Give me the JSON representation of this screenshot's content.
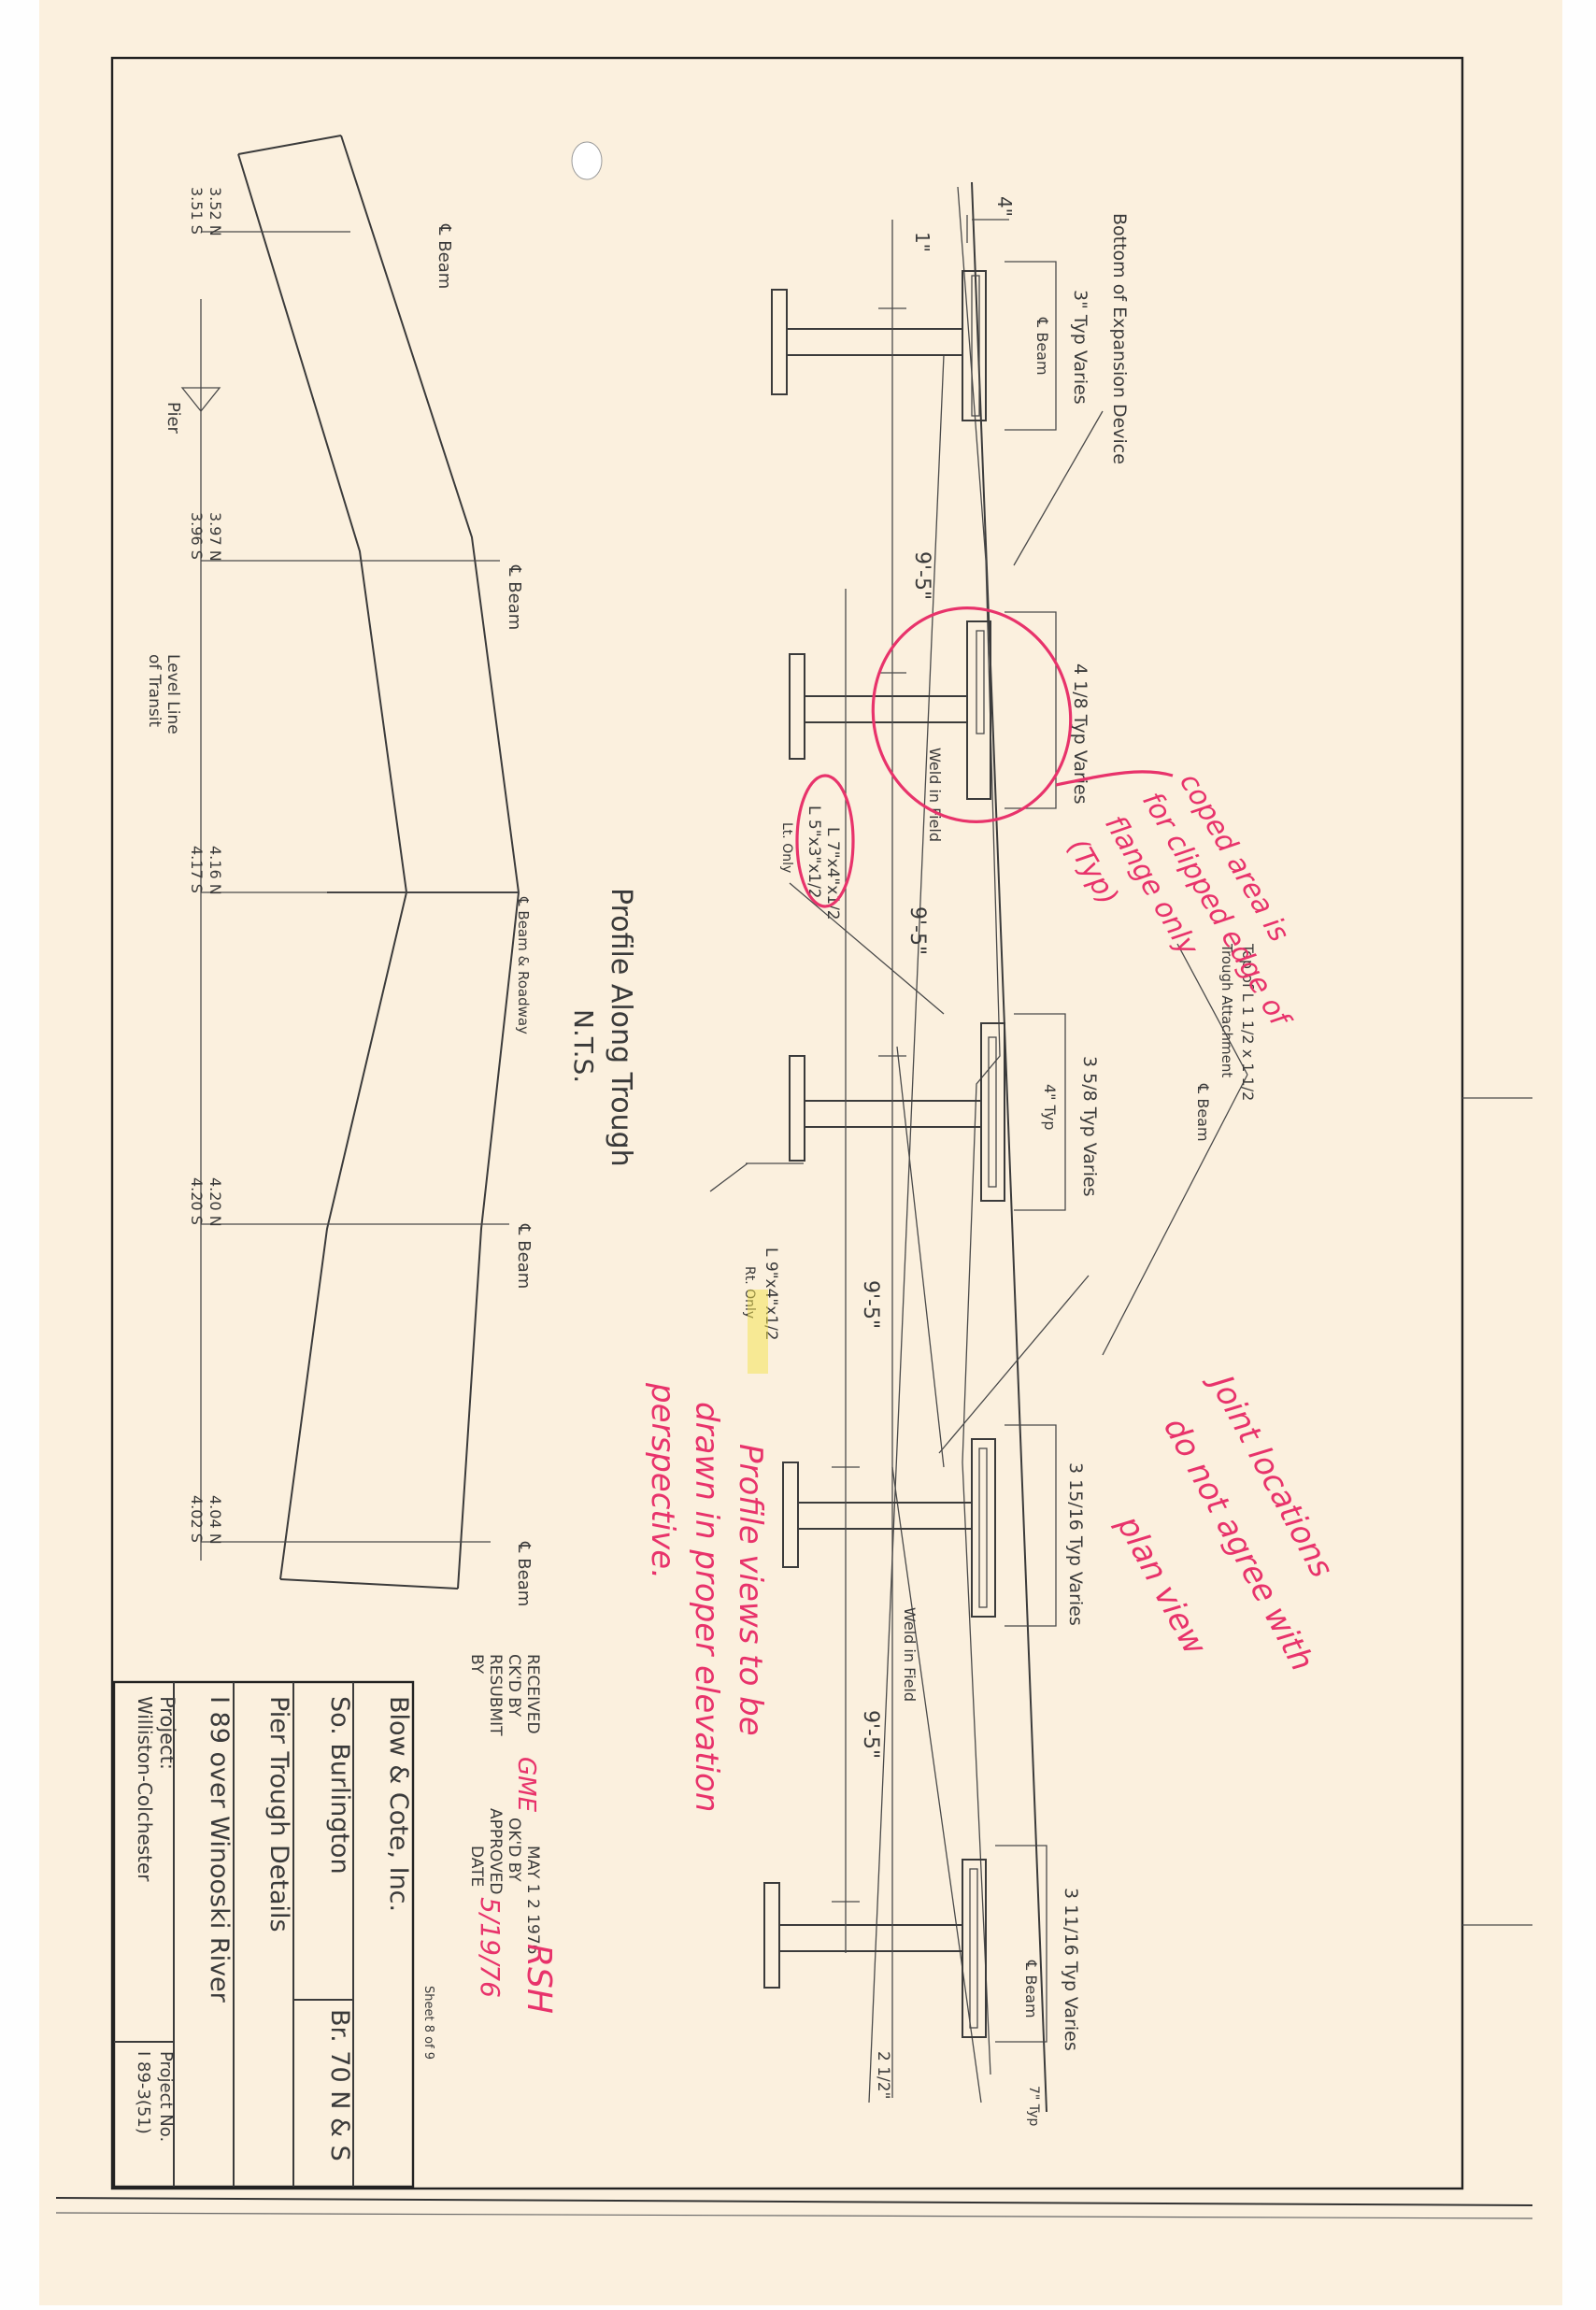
{
  "title_block": {
    "company": "Blow & Cote, Inc.",
    "location": "So. Burlington",
    "bridge_no": "Br. 70 N & S",
    "drawing_title": "Pier Trough Details",
    "route": "I 89 over Winooski River",
    "project_label": "Project:",
    "project_name": "Williston-Colchester",
    "project_no_label": "Project No.",
    "project_no": "I 89-3(51)",
    "sheet": "Sheet 8 of 9"
  },
  "stamp": {
    "received": "RECEIVED",
    "received_date": "MAY 1 2 1976",
    "ckd_by": "CK'D BY",
    "okd_by": "OK'D BY",
    "resubmit": "RESUBMIT",
    "approved": "APPROVED",
    "by": "BY",
    "date": "DATE",
    "initials_ckd": "GME",
    "initials_okd": "RSH",
    "date_value": "5/19/76"
  },
  "profile": {
    "title": "Profile Along Trough",
    "subtitle": "N.T.S.",
    "beam_label": "℄ Beam",
    "beam_roadway": "℄ Beam & Roadway",
    "pier": "Pier",
    "level_line": "Level Line",
    "of_transit": "of Transit",
    "elevations": [
      {
        "n": "3.52 N",
        "s": "3.51 S"
      },
      {
        "n": "3.97 N",
        "s": "3.96 S"
      },
      {
        "n": "4.16 N",
        "s": "4.17 S"
      },
      {
        "n": "4.20 N",
        "s": "4.20 S"
      },
      {
        "n": "4.04 N",
        "s": "4.02 S"
      }
    ]
  },
  "detail": {
    "bottom_expansion": "Bottom of Expansion Device",
    "dims": [
      "3\" Typ Varies",
      "4 1/8 Typ Varies",
      "3 5/8 Typ Varies",
      "3 15/16 Typ Varies",
      "3 11/16 Typ Varies"
    ],
    "beam": "℄ Beam",
    "four_inch": "4\"",
    "one_inch": "1\"",
    "four_typ": "4\" Typ",
    "spans": [
      "9'-5\"",
      "9'-5\"",
      "9'-5\"",
      "9'-5\""
    ],
    "weld_in_field": "Weld in Field",
    "top_of_angle": "Top of L 1 1/2 x 1 1/2",
    "trough_attachment": "Trough Attachment",
    "angle_lt_1": "L 7\"x4\"x1/2",
    "angle_lt_2": "L 5\"x3\"x1/2",
    "lt_only": "Lt. Only",
    "angle_rt": "L 9\"x4\"x1/2",
    "rt_only": "Rt. Only",
    "two_half": "2 1/2\"",
    "seven_typ": "7\" Typ"
  },
  "review_notes": {
    "coped": [
      "coped area is",
      "for clipped edge of",
      "flange only",
      "(Typ)"
    ],
    "joint": [
      "Joint locations",
      "do not agree with",
      "plan view"
    ],
    "profile_views": [
      "Profile views to be",
      "drawn in proper elevation",
      "perspective."
    ]
  },
  "colors": {
    "paper": "#fbf0de",
    "ink": "#3a3a3a",
    "review_red": "#e8336b",
    "highlight": "#f3e24a"
  }
}
